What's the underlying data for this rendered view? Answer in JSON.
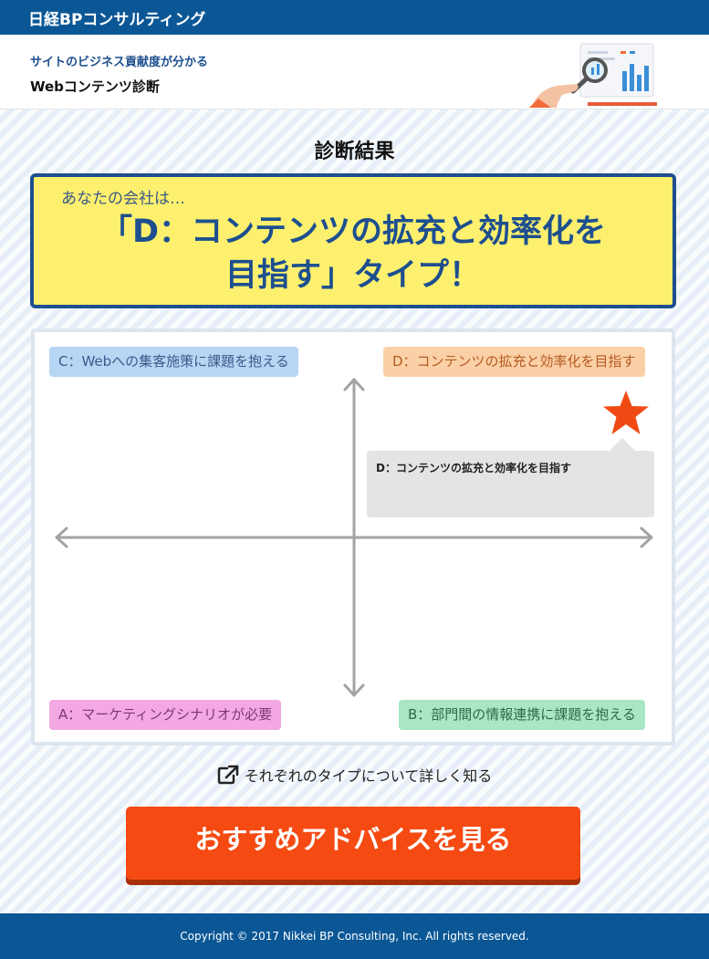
{
  "topbar": {
    "brand": "日経BPコンサルティング"
  },
  "header": {
    "subtitle": "サイトのビジネス貢献度が分かる",
    "title": "Webコンテンツ診断"
  },
  "result": {
    "heading": "診断結果",
    "lead": "あなたの会社は…",
    "type_line1": "「D：コンテンツの拡充と効率化を",
    "type_line2": "目指す」タイプ！"
  },
  "map": {
    "quadrants": {
      "c": "C：Webへの集客施策に課題を抱える",
      "d": "D：コンテンツの拡充と効率化を目指す",
      "a": "A：マーケティングシナリオが必要",
      "b": "B：部門間の情報連携に課題を抱える"
    },
    "bubble_text": "D：コンテンツの拡充と効率化を目指す",
    "marker_icon": "star-icon"
  },
  "more_link": {
    "label": "それぞれのタイプについて詳しく知る",
    "icon": "external-link-icon"
  },
  "cta": {
    "label": "おすすめアドバイスを見る"
  },
  "footer": {
    "copyright": "Copyright © 2017 Nikkei BP Consulting, Inc. All rights reserved."
  },
  "colors": {
    "brand_blue": "#0b5796",
    "result_bg": "#fdf06e",
    "result_text": "#1d4f8f",
    "cta": "#f54a12",
    "star": "#f04a14"
  }
}
